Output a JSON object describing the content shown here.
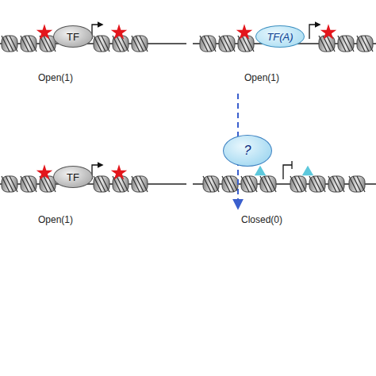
{
  "diagram": {
    "nodes": [
      {
        "text": [
          "TF"
        ]
      },
      {
        "text": [
          "TF(A)"
        ]
      },
      {
        "text": [
          "?"
        ]
      },
      {
        "text": [
          "TF"
        ]
      }
    ],
    "labels": [
      "Open(1)",
      "Open(1)",
      "Open(1)",
      "Closed(0)"
    ]
  }
}
